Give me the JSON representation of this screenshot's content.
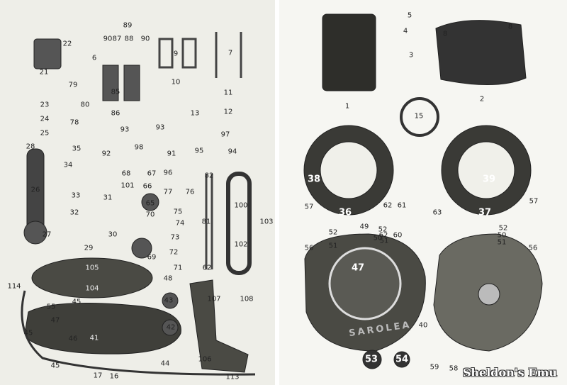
{
  "diagram": {
    "left_labels": [
      "22",
      "21",
      "89",
      "90",
      "87",
      "88",
      "90",
      "6",
      "9",
      "7",
      "10",
      "11",
      "79",
      "80",
      "85",
      "12",
      "13",
      "23",
      "24",
      "25",
      "78",
      "86",
      "93",
      "93",
      "97",
      "28",
      "35",
      "98",
      "92",
      "91",
      "95",
      "94",
      "34",
      "68",
      "67",
      "96",
      "101",
      "66",
      "82",
      "26",
      "31",
      "65",
      "77",
      "76",
      "100",
      "33",
      "32",
      "75",
      "70",
      "81",
      "103",
      "74",
      "27",
      "30",
      "73",
      "29",
      "69",
      "72",
      "102",
      "71",
      "62",
      "48",
      "114",
      "55",
      "45",
      "47",
      "43",
      "107",
      "108",
      "45",
      "46",
      "41",
      "42",
      "44",
      "106",
      "17",
      "16",
      "113",
      "45",
      "104",
      "105"
    ],
    "right_labels": [
      "5",
      "4",
      "3",
      "8",
      "8",
      "1",
      "2",
      "15",
      "38",
      "39",
      "36",
      "37",
      "57",
      "57",
      "62",
      "61",
      "63",
      "56",
      "56",
      "52",
      "49",
      "52",
      "51",
      "50",
      "51",
      "62",
      "60",
      "52",
      "50",
      "51",
      "47",
      "40",
      "53",
      "54",
      "59",
      "58"
    ],
    "casting_text": "SAROLEA",
    "watermark": "Sheldon's Emu"
  }
}
